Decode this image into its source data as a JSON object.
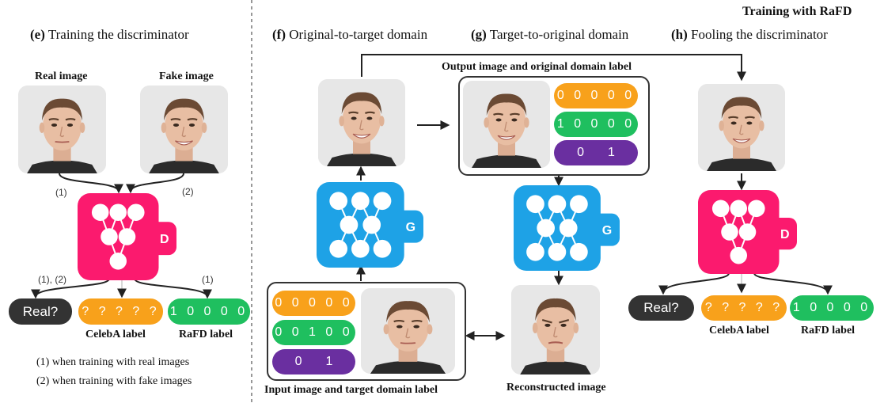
{
  "header": "Training with RaFD",
  "sections": {
    "e": {
      "tag": "(e)",
      "title": "Training the discriminator"
    },
    "f": {
      "tag": "(f)",
      "title": "Original-to-target domain"
    },
    "g": {
      "tag": "(g)",
      "title": "Target-to-original domain"
    },
    "h": {
      "tag": "(h)",
      "title": "Fooling the discriminator"
    }
  },
  "labels": {
    "real_image": "Real image",
    "fake_image": "Fake image",
    "celeba_label": "CelebA label",
    "rafd_label": "RaFD label",
    "output_label": "Output image and original domain label",
    "input_label": "Input image and target domain label",
    "reconstructed": "Reconstructed image"
  },
  "arrow_marks": {
    "one": "(1)",
    "two": "(2)",
    "one_two": "(1), (2)"
  },
  "notes": [
    "(1) when training with real images",
    "(2) when training with fake images"
  ],
  "networks": {
    "discriminator": "D",
    "generator": "G"
  },
  "pills": {
    "real_q": "Real?",
    "unknown": "? ? ? ? ?",
    "rafd_original": "1 0 0 0 0",
    "celeba_zero": "0 0 0 0 0",
    "rafd_target": "0 0 1 0 0",
    "mask_left": "0",
    "mask_right": "1"
  },
  "colors": {
    "discriminator": "#fb1a6e",
    "generator": "#1ea2e6",
    "orange": "#f8a11b",
    "green": "#1fbf5f",
    "purple": "#6a2fa0",
    "dark": "#333333"
  }
}
